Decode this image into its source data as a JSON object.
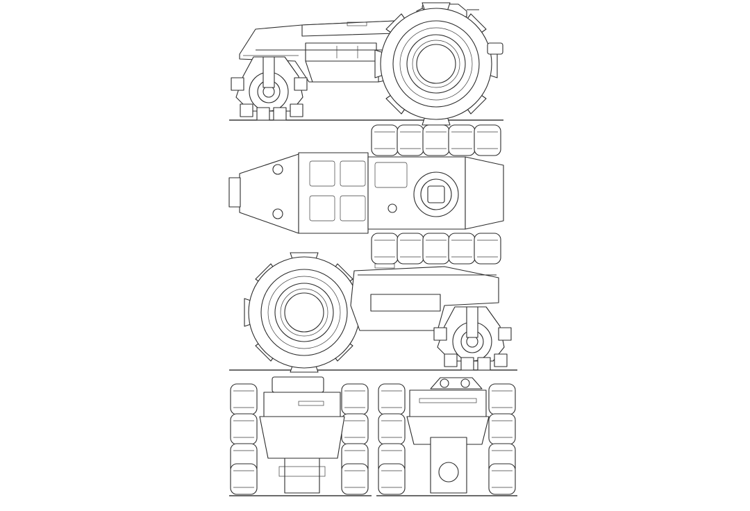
{
  "views": [
    {
      "id": "side-right"
    },
    {
      "id": "top"
    },
    {
      "id": "side-left"
    },
    {
      "id": "front"
    },
    {
      "id": "rear"
    }
  ],
  "colors": {
    "line": "#2a2a2a",
    "paper": "#ffffff",
    "shade": "#ececec"
  }
}
